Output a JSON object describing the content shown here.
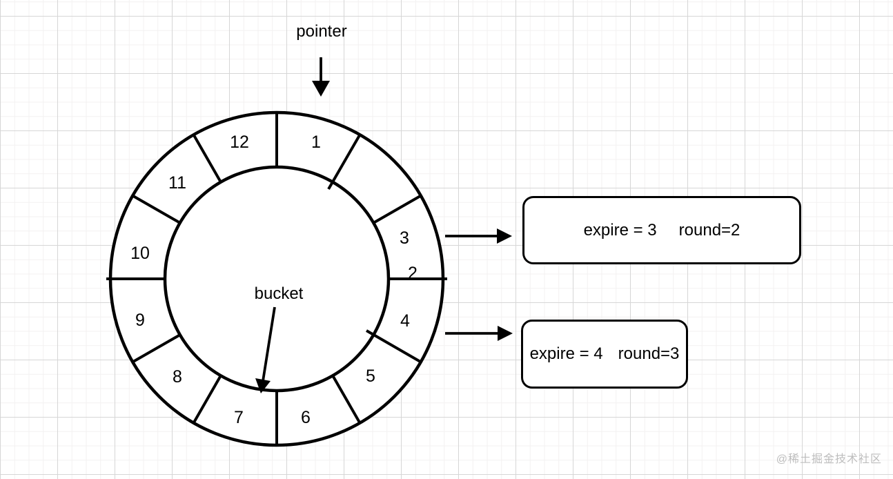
{
  "diagram": {
    "pointer_label": "pointer",
    "bucket_label": "bucket",
    "wheel_slots": [
      "1",
      "2",
      "3",
      "4",
      "5",
      "6",
      "7",
      "8",
      "9",
      "10",
      "11",
      "12"
    ],
    "annotations": [
      {
        "expire": "expire = 3",
        "round": "round=2"
      },
      {
        "expire": "expire = 4",
        "round": "round=3"
      }
    ]
  },
  "watermark": {
    "text": "@稀土掘金技术社区"
  },
  "colors": {
    "stroke": "#000000",
    "fill": "#ffffff",
    "grid_minor": "#f3f1f1",
    "grid_major": "#d6d6d6",
    "watermark": "#bdbdbd"
  }
}
